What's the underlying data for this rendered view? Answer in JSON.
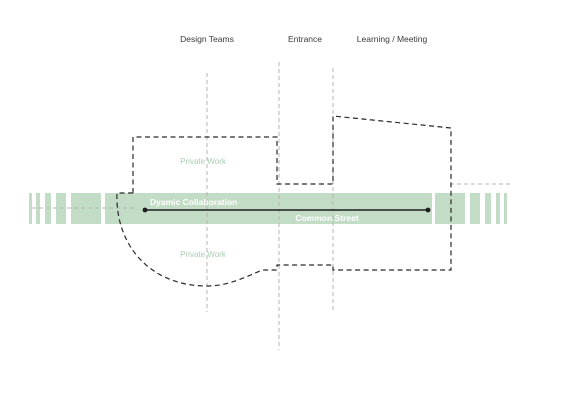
{
  "zones": {
    "design_teams": "Design Teams",
    "entrance": "Entrance",
    "learning_meeting": "Learning / Meeting"
  },
  "spaces": {
    "private_work_top": "Private Work",
    "private_work_bottom": "Private Work",
    "dynamic_collaboration": "Dyamic Collaboration",
    "common_street": "Common Street"
  },
  "colors": {
    "band": "#c2dcc5",
    "private_label": "#a9cdb0",
    "outline": "#2a2a2a",
    "guide": "#b5b5b5"
  }
}
